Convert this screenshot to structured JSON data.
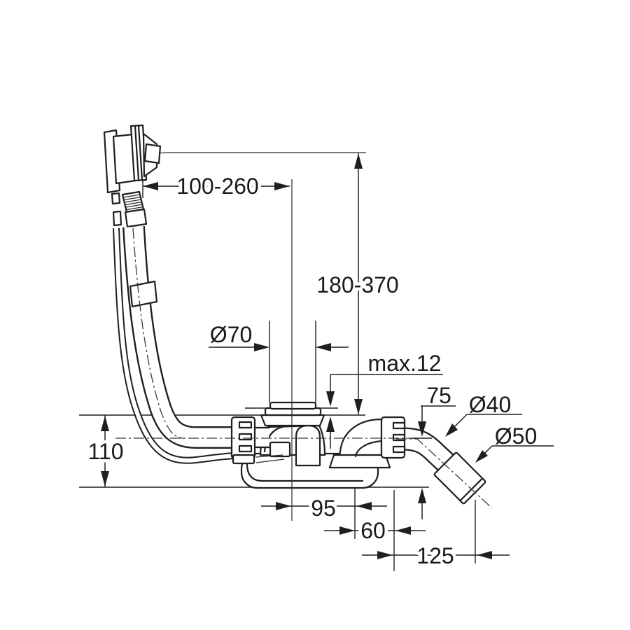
{
  "drawing": {
    "background": "#ffffff",
    "line_color": "#1f1f1f",
    "labels": {
      "span_horizontal": "100-260",
      "span_vertical": "180-370",
      "flange_diameter": "Ø70",
      "rim_thickness": "max.12",
      "outlet_offset": "75",
      "outlet_pipe_diameter": "Ø40",
      "outlet_sleeve_diameter": "Ø50",
      "trap_height": "110",
      "span_95": "95",
      "span_60": "60",
      "span_125": "125"
    }
  }
}
